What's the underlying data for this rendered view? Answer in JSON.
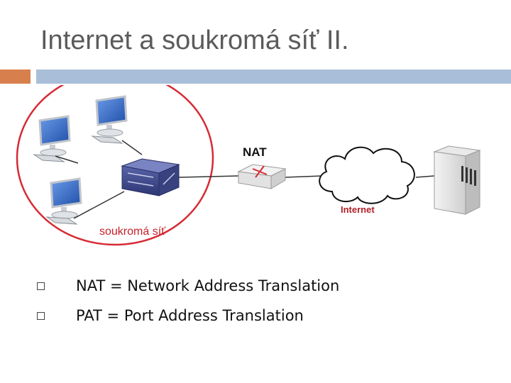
{
  "slide": {
    "title": "Internet a soukromá síť II."
  },
  "diagram": {
    "private_network_label": "soukromá síť",
    "nat_label": "NAT",
    "internet_label": "Internet",
    "colors": {
      "private_circle": "#d62b35",
      "label_red": "#c81e28",
      "monitor_screen": "#3b6fc7",
      "switch_body": "#3f4a8c",
      "internet_label": "#b02028"
    }
  },
  "bullets": [
    {
      "text": "NAT = Network Address Translation"
    },
    {
      "text": "PAT = Port Address Translation"
    }
  ],
  "colors": {
    "title": "#5b5b5b",
    "accent_orange": "#d8804d",
    "accent_blue": "#a9bed8"
  }
}
